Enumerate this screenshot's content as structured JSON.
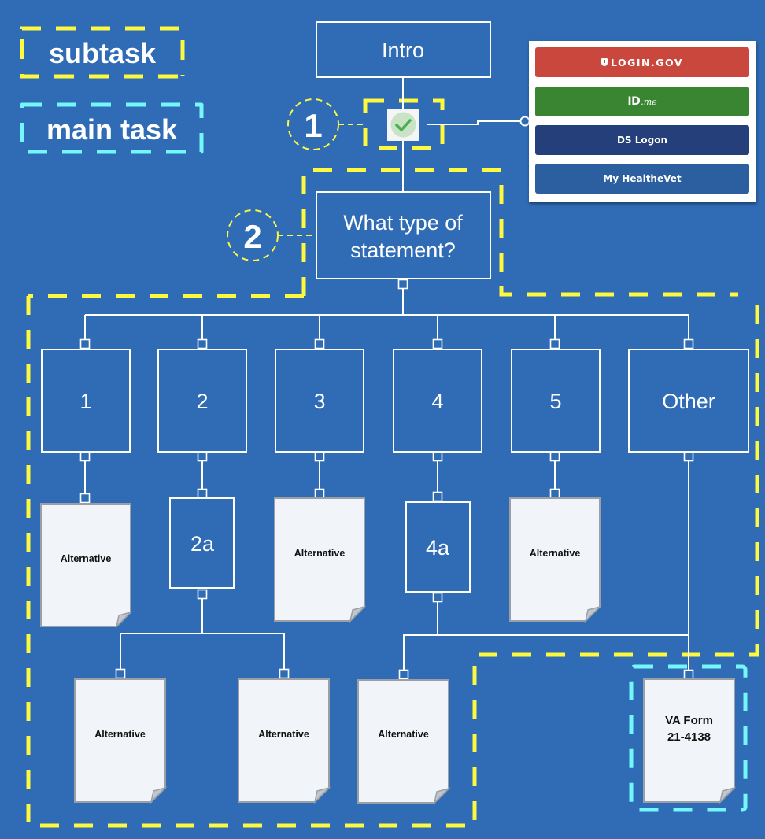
{
  "legend": {
    "subtask": {
      "label": "subtask",
      "color": "#fdf840"
    },
    "main_task": {
      "label": "main task",
      "color": "#74f7fc"
    }
  },
  "colors": {
    "background": "#2f6cb5",
    "line": "#ffffff",
    "document_fill": "#f1f5f9",
    "document_border": "#9aa0a6"
  },
  "steps": [
    {
      "number": "1",
      "target": "sign-in-check"
    },
    {
      "number": "2",
      "target": "statement-question"
    }
  ],
  "nodes": {
    "intro": "Intro",
    "check_icon": "check-circle-icon",
    "question": {
      "line1": "What type of",
      "line2": "statement?"
    },
    "options": [
      "1",
      "2",
      "3",
      "4",
      "5",
      "Other"
    ],
    "sub_2a": "2a",
    "sub_4a": "4a"
  },
  "documents": {
    "alt_label": "Alternative",
    "form": {
      "line1": "VA Form",
      "line2": "21-4138"
    }
  },
  "login": {
    "buttons": [
      {
        "label": "LOGIN.GOV",
        "icon": "shield-icon",
        "color": "#c9473c"
      },
      {
        "label_main": "ID",
        "label_suffix": ".me",
        "color": "#3a8531"
      },
      {
        "label": "DS Logon",
        "color": "#253f7a"
      },
      {
        "label": "My HealtheVet",
        "color": "#2b5f9f"
      }
    ]
  }
}
